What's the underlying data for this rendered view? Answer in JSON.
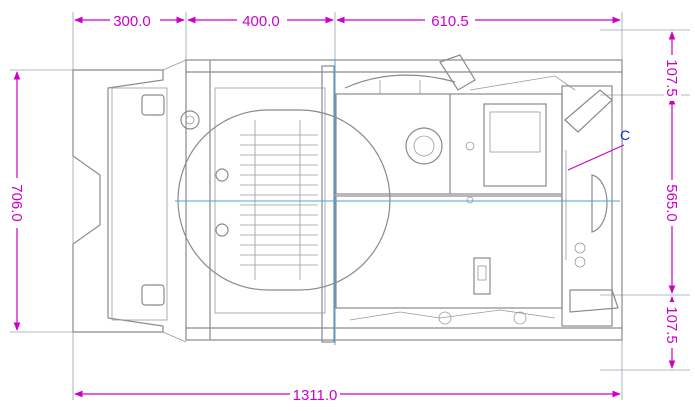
{
  "dimensions": {
    "top_left": "300.0",
    "top_middle": "400.0",
    "top_right": "610.5",
    "left_height": "706.0",
    "right_top": "107.5",
    "right_middle": "565.0",
    "right_bottom": "107.5",
    "bottom_width": "1311.0"
  },
  "callout": {
    "label": "C"
  },
  "colors": {
    "dimension": "#cc00cc",
    "drawing": "#8a8a8a",
    "centerline": "#4aa3df",
    "callout": "#0033cc"
  }
}
